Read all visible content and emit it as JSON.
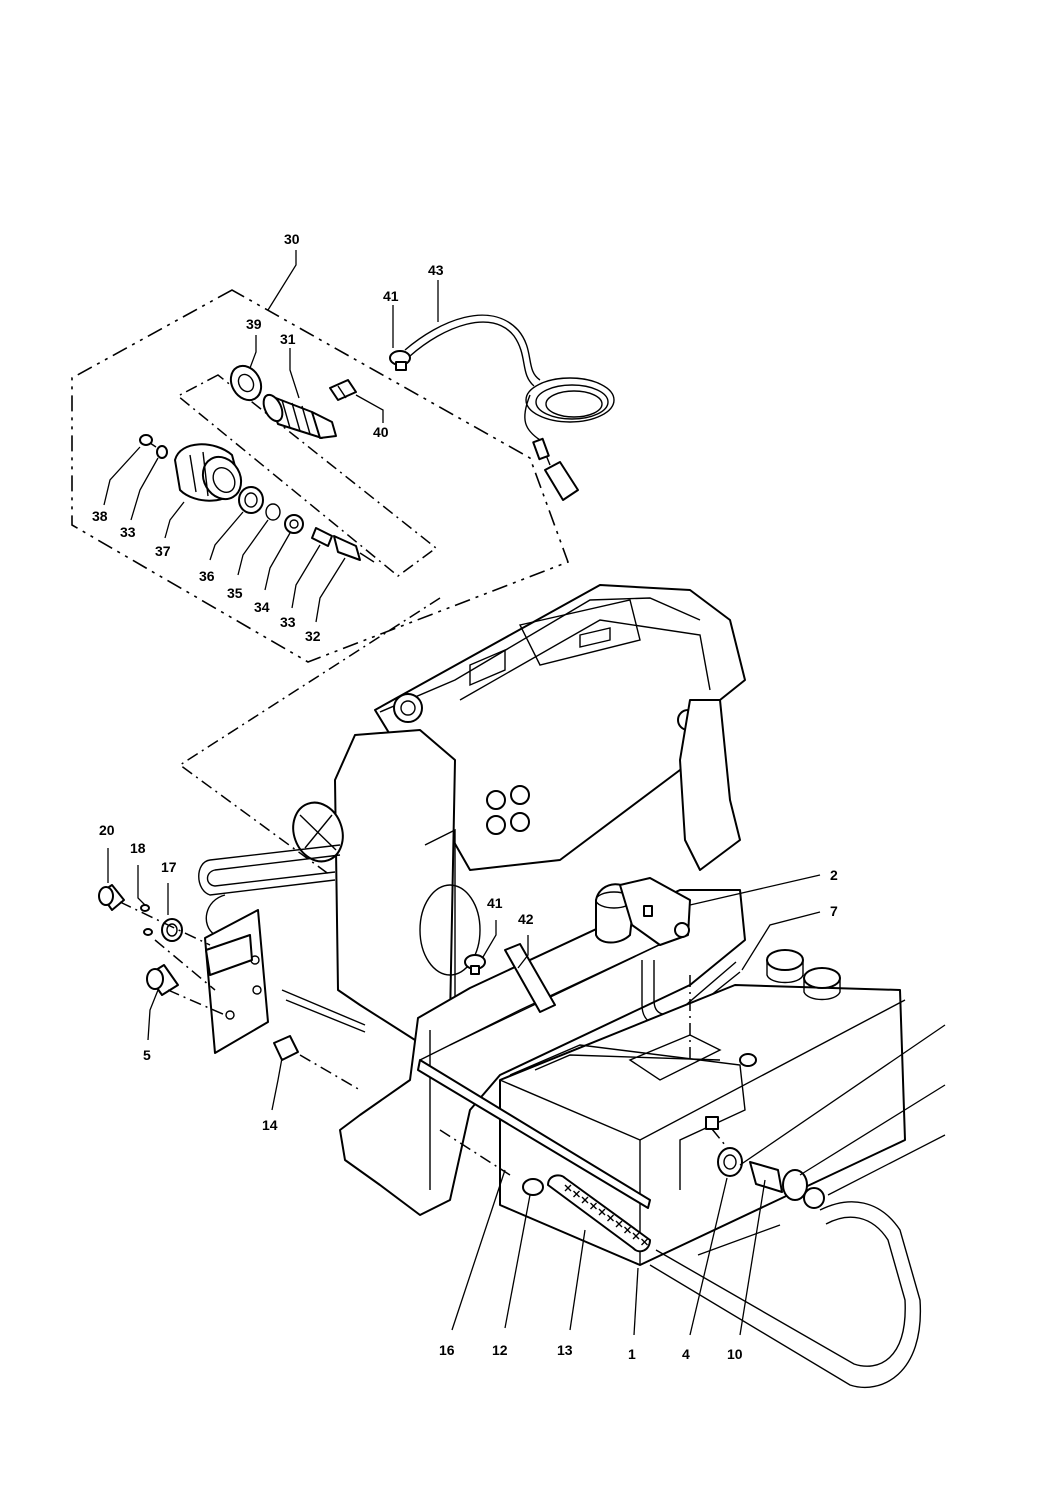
{
  "callouts": [
    {
      "id": "c30",
      "text": "30"
    },
    {
      "id": "c43",
      "text": "43"
    },
    {
      "id": "c41a",
      "text": "41"
    },
    {
      "id": "c39",
      "text": "39"
    },
    {
      "id": "c31",
      "text": "31"
    },
    {
      "id": "c40",
      "text": "40"
    },
    {
      "id": "c38",
      "text": "38"
    },
    {
      "id": "c33a",
      "text": "33"
    },
    {
      "id": "c37",
      "text": "37"
    },
    {
      "id": "c36",
      "text": "36"
    },
    {
      "id": "c35",
      "text": "35"
    },
    {
      "id": "c34",
      "text": "34"
    },
    {
      "id": "c33b",
      "text": "33"
    },
    {
      "id": "c32",
      "text": "32"
    },
    {
      "id": "c20",
      "text": "20"
    },
    {
      "id": "c18",
      "text": "18"
    },
    {
      "id": "c17",
      "text": "17"
    },
    {
      "id": "c41b",
      "text": "41"
    },
    {
      "id": "c42",
      "text": "42"
    },
    {
      "id": "c2",
      "text": "2"
    },
    {
      "id": "c7",
      "text": "7"
    },
    {
      "id": "c5",
      "text": "5"
    },
    {
      "id": "c14",
      "text": "14"
    },
    {
      "id": "c16",
      "text": "16"
    },
    {
      "id": "c12",
      "text": "12"
    },
    {
      "id": "c13",
      "text": "13"
    },
    {
      "id": "c1",
      "text": "1"
    },
    {
      "id": "c4",
      "text": "4"
    },
    {
      "id": "c10",
      "text": "10"
    }
  ],
  "colors": {
    "ink": "#000000",
    "paper": "#ffffff"
  }
}
